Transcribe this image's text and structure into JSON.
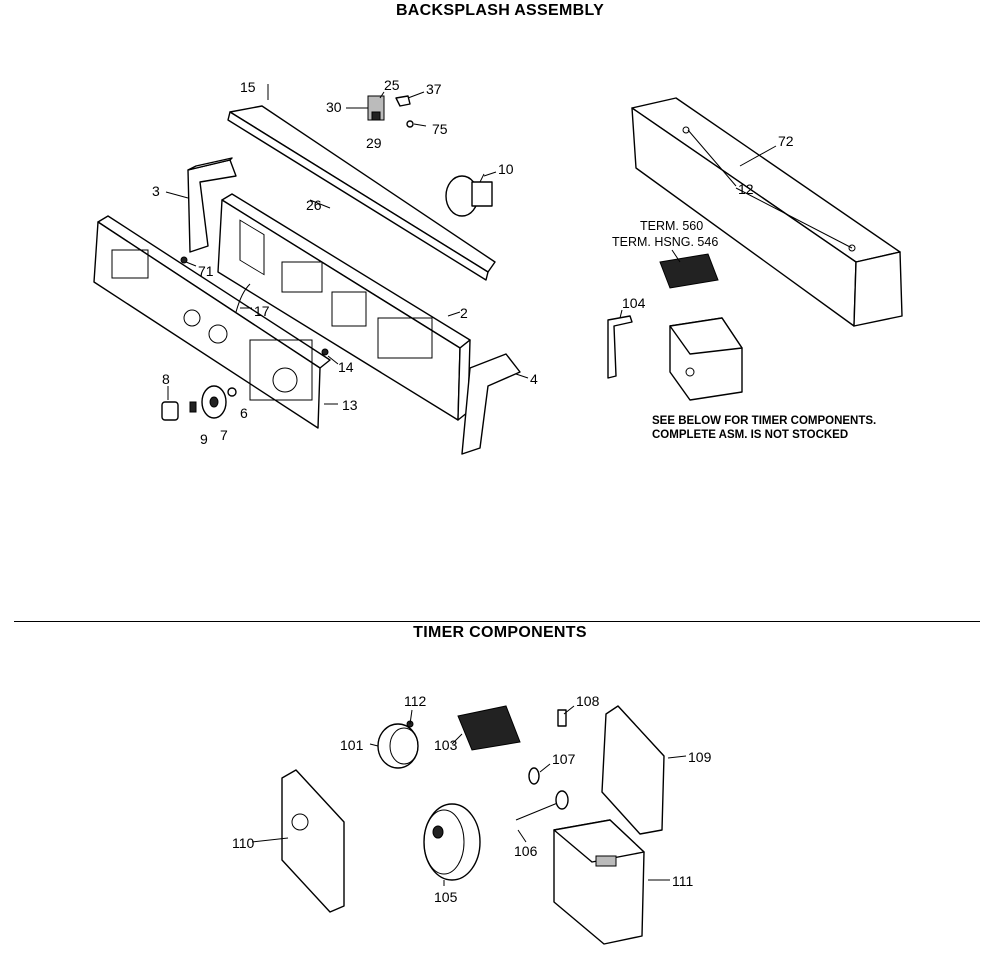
{
  "titles": {
    "backsplash": "BACKSPLASH ASSEMBLY",
    "timer": "TIMER COMPONENTS"
  },
  "notes": {
    "term": "TERM. 560",
    "term_housing": "TERM. HSNG. 546",
    "see_below": "SEE BELOW FOR TIMER COMPONENTS.",
    "not_stocked": "COMPLETE ASM. IS NOT STOCKED"
  },
  "backsplash_labels": {
    "p15": "15",
    "p25": "25",
    "p37": "37",
    "p30": "30",
    "p29": "29",
    "p75": "75",
    "p10": "10",
    "p3": "3",
    "p26": "26",
    "p2": "2",
    "p71": "71",
    "p17": "17",
    "p14": "14",
    "p4": "4",
    "p13": "13",
    "p8": "8",
    "p6": "6",
    "p9": "9",
    "p7": "7",
    "p72": "72",
    "p12": "12",
    "p104": "104"
  },
  "timer_labels": {
    "p112": "112",
    "p101": "101",
    "p103": "103",
    "p108": "108",
    "p107": "107",
    "p109": "109",
    "p110": "110",
    "p106": "106",
    "p105": "105",
    "p111": "111"
  }
}
